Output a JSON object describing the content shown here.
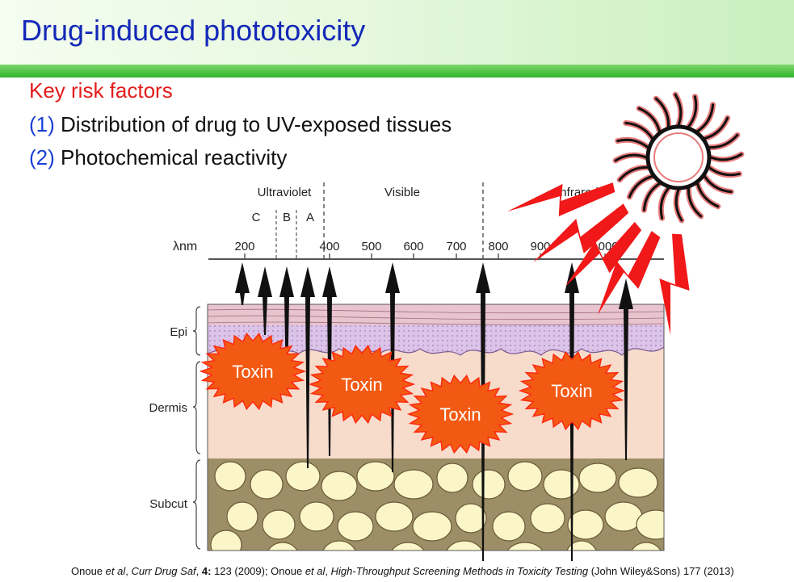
{
  "title": "Drug-induced phototoxicity",
  "heading": "Key risk factors",
  "factors": [
    {
      "num": "(1)",
      "text": "Distribution of drug to UV-exposed tissues"
    },
    {
      "num": "(2)",
      "text": "Photochemical reactivity"
    }
  ],
  "spectrum": {
    "regions": [
      "Ultraviolet",
      "Visible",
      "Infrared"
    ],
    "uv_bands": [
      "C",
      "B",
      "A"
    ],
    "axis_unit": "λnm",
    "ticks": [
      "200",
      "400",
      "500",
      "600",
      "700",
      "800",
      "900",
      "1000"
    ]
  },
  "layers": [
    "Epi",
    "Dermis",
    "Subcut"
  ],
  "toxin_label": "Toxin",
  "citation": {
    "a1": "Onoue ",
    "et1": "et al",
    "a2": ", ",
    "j1": "Curr Drug Saf",
    "a3": ", ",
    "vol": "4:",
    "a4": " 123 (2009); Onoue ",
    "et2": "et al",
    "a5": ", ",
    "j2": "High-Throughput Screening Methods in Toxicity Testing",
    "a6": " (John Wiley&Sons) 177 (2013)"
  },
  "colors": {
    "title": "#1428b8",
    "accent_red": "#e31b1b",
    "accent_blue": "#1a3fd6",
    "toxin_fill": "#f25a13",
    "epidermis": "#dcc3e8",
    "dermis": "#f7dccb",
    "fat": "#fbf6c8"
  }
}
